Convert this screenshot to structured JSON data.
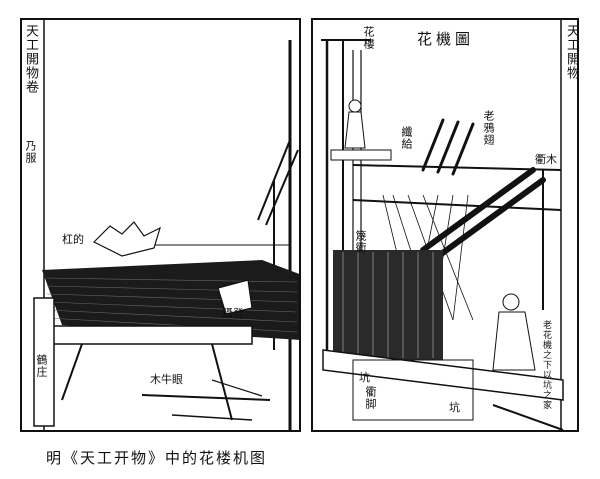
{
  "caption": "明《天工开物》中的花楼机图",
  "left_panel": {
    "spine_title": "天工開物卷",
    "spine_number": "乃服",
    "labels": {
      "cross_bar": "杠的",
      "pedal": "躡登",
      "seat": "鶴庄",
      "ox_eye": "木牛眼"
    }
  },
  "right_panel": {
    "title": "花機圖",
    "top_corner": "花樓",
    "spine_title": "天工開物",
    "labels": {
      "heddle": "纖給",
      "old_crow": "老鴉翅",
      "wooden_rail": "衢木",
      "bamboo": "篾衢",
      "pit": "坑",
      "pit2": "坑",
      "foot": "衢脚",
      "note": "老花機之下以坑之家"
    }
  }
}
